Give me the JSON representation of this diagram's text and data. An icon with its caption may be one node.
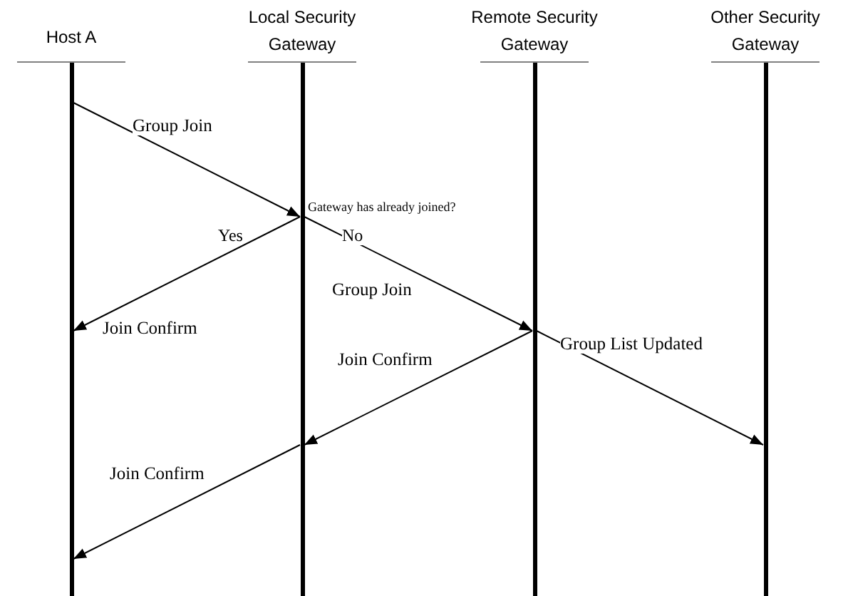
{
  "diagram": {
    "nodes": [
      {
        "text": [
          "Host A"
        ]
      },
      {
        "text": [
          "Local Security Gateway"
        ]
      },
      {
        "text": [
          "Remote Security Gateway"
        ]
      },
      {
        "text": [
          "Other Security Gateway"
        ]
      }
    ],
    "edges": [
      {
        "from": 0,
        "to": 1,
        "arrow": "to",
        "label": "Group Join"
      },
      {
        "from": 1,
        "to": 0,
        "arrow": "to",
        "label": "Join Confirm"
      },
      {
        "from": 1,
        "to": 2,
        "arrow": "to",
        "label": "Group Join"
      },
      {
        "from": 2,
        "to": 1,
        "arrow": "to",
        "label": "Join Confirm"
      },
      {
        "from": 2,
        "to": 3,
        "arrow": "to",
        "label": "Group List Updated"
      },
      {
        "from": 1,
        "to": 0,
        "arrow": "to",
        "label": "Join Confirm"
      }
    ],
    "labels": [
      "Gateway has already joined?",
      "Yes",
      "No"
    ]
  }
}
